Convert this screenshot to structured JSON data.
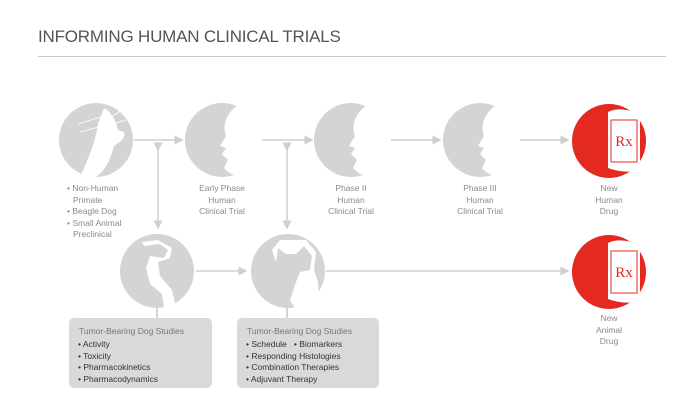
{
  "title": "INFORMING HUMAN CLINICAL TRIALS",
  "colors": {
    "accent": "#e42a20",
    "node": "#d4d4d4",
    "line": "#cfcfcf",
    "box": "#d9d9d9"
  },
  "nodes": {
    "preclinical": {
      "icon": "primate-silhouette-icon",
      "items": [
        "• Non-Human",
        "Primate",
        "• Beagle Dog",
        "• Small Animal",
        "Preclinical"
      ]
    },
    "early_phase": {
      "icon": "human-profile-icon",
      "lines": [
        "Early Phase",
        "Human",
        "Clinical Trial"
      ]
    },
    "phase2": {
      "icon": "human-profile-icon",
      "lines": [
        "Phase II",
        "Human",
        "Clinical Trial"
      ]
    },
    "phase3": {
      "icon": "human-profile-icon",
      "lines": [
        "Phase III",
        "Human",
        "Clinical Trial"
      ]
    },
    "new_human_drug": {
      "icon": "rx-bottle-icon",
      "rx": "Rx",
      "lines": [
        "New",
        "Human",
        "Drug"
      ]
    },
    "new_animal_drug": {
      "icon": "rx-bottle-icon",
      "rx": "Rx",
      "lines": [
        "New",
        "Animal",
        "Drug"
      ]
    },
    "dog1": {
      "icon": "dog-terrier-icon"
    },
    "dog2": {
      "icon": "dog-bulldog-icon"
    }
  },
  "boxes": [
    {
      "heading": "Tumor-Bearing Dog Studies",
      "items": [
        "• Activity",
        "• Toxicity",
        "• Pharmacokinetics",
        "• Pharmacodynamics"
      ]
    },
    {
      "heading": "Tumor-Bearing Dog Studies",
      "items": [
        "• Schedule   • Biomarkers",
        "• Responding Histologies",
        "• Combination Therapies",
        "• Adjuvant Therapy"
      ]
    }
  ]
}
